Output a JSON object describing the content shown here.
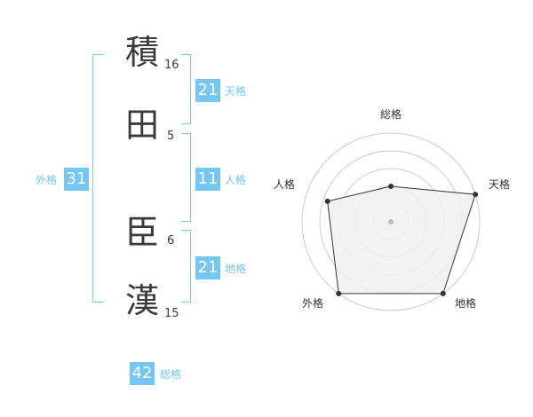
{
  "name": {
    "characters": [
      {
        "char": "積",
        "strokes": "16"
      },
      {
        "char": "田",
        "strokes": "5"
      },
      {
        "char": "臣",
        "strokes": "6"
      },
      {
        "char": "漢",
        "strokes": "15"
      }
    ]
  },
  "fortunes": {
    "tenkaku": {
      "value": "21",
      "label": "天格"
    },
    "jinkaku": {
      "value": "11",
      "label": "人格"
    },
    "chikaku": {
      "value": "21",
      "label": "地格"
    },
    "gaikaku": {
      "value": "31",
      "label": "外格"
    },
    "soukaku": {
      "value": "42",
      "label": "総格"
    }
  },
  "radar": {
    "axes": [
      "総格",
      "天格",
      "地格",
      "外格",
      "人格"
    ],
    "values": [
      0.4,
      1.0,
      1.0,
      1.0,
      0.75
    ],
    "rings": 5,
    "colors": {
      "fill": "#f0f0f0",
      "line": "#333333",
      "grid": "#cccccc",
      "dot": "#333333",
      "center": "#bbbbbb"
    }
  }
}
